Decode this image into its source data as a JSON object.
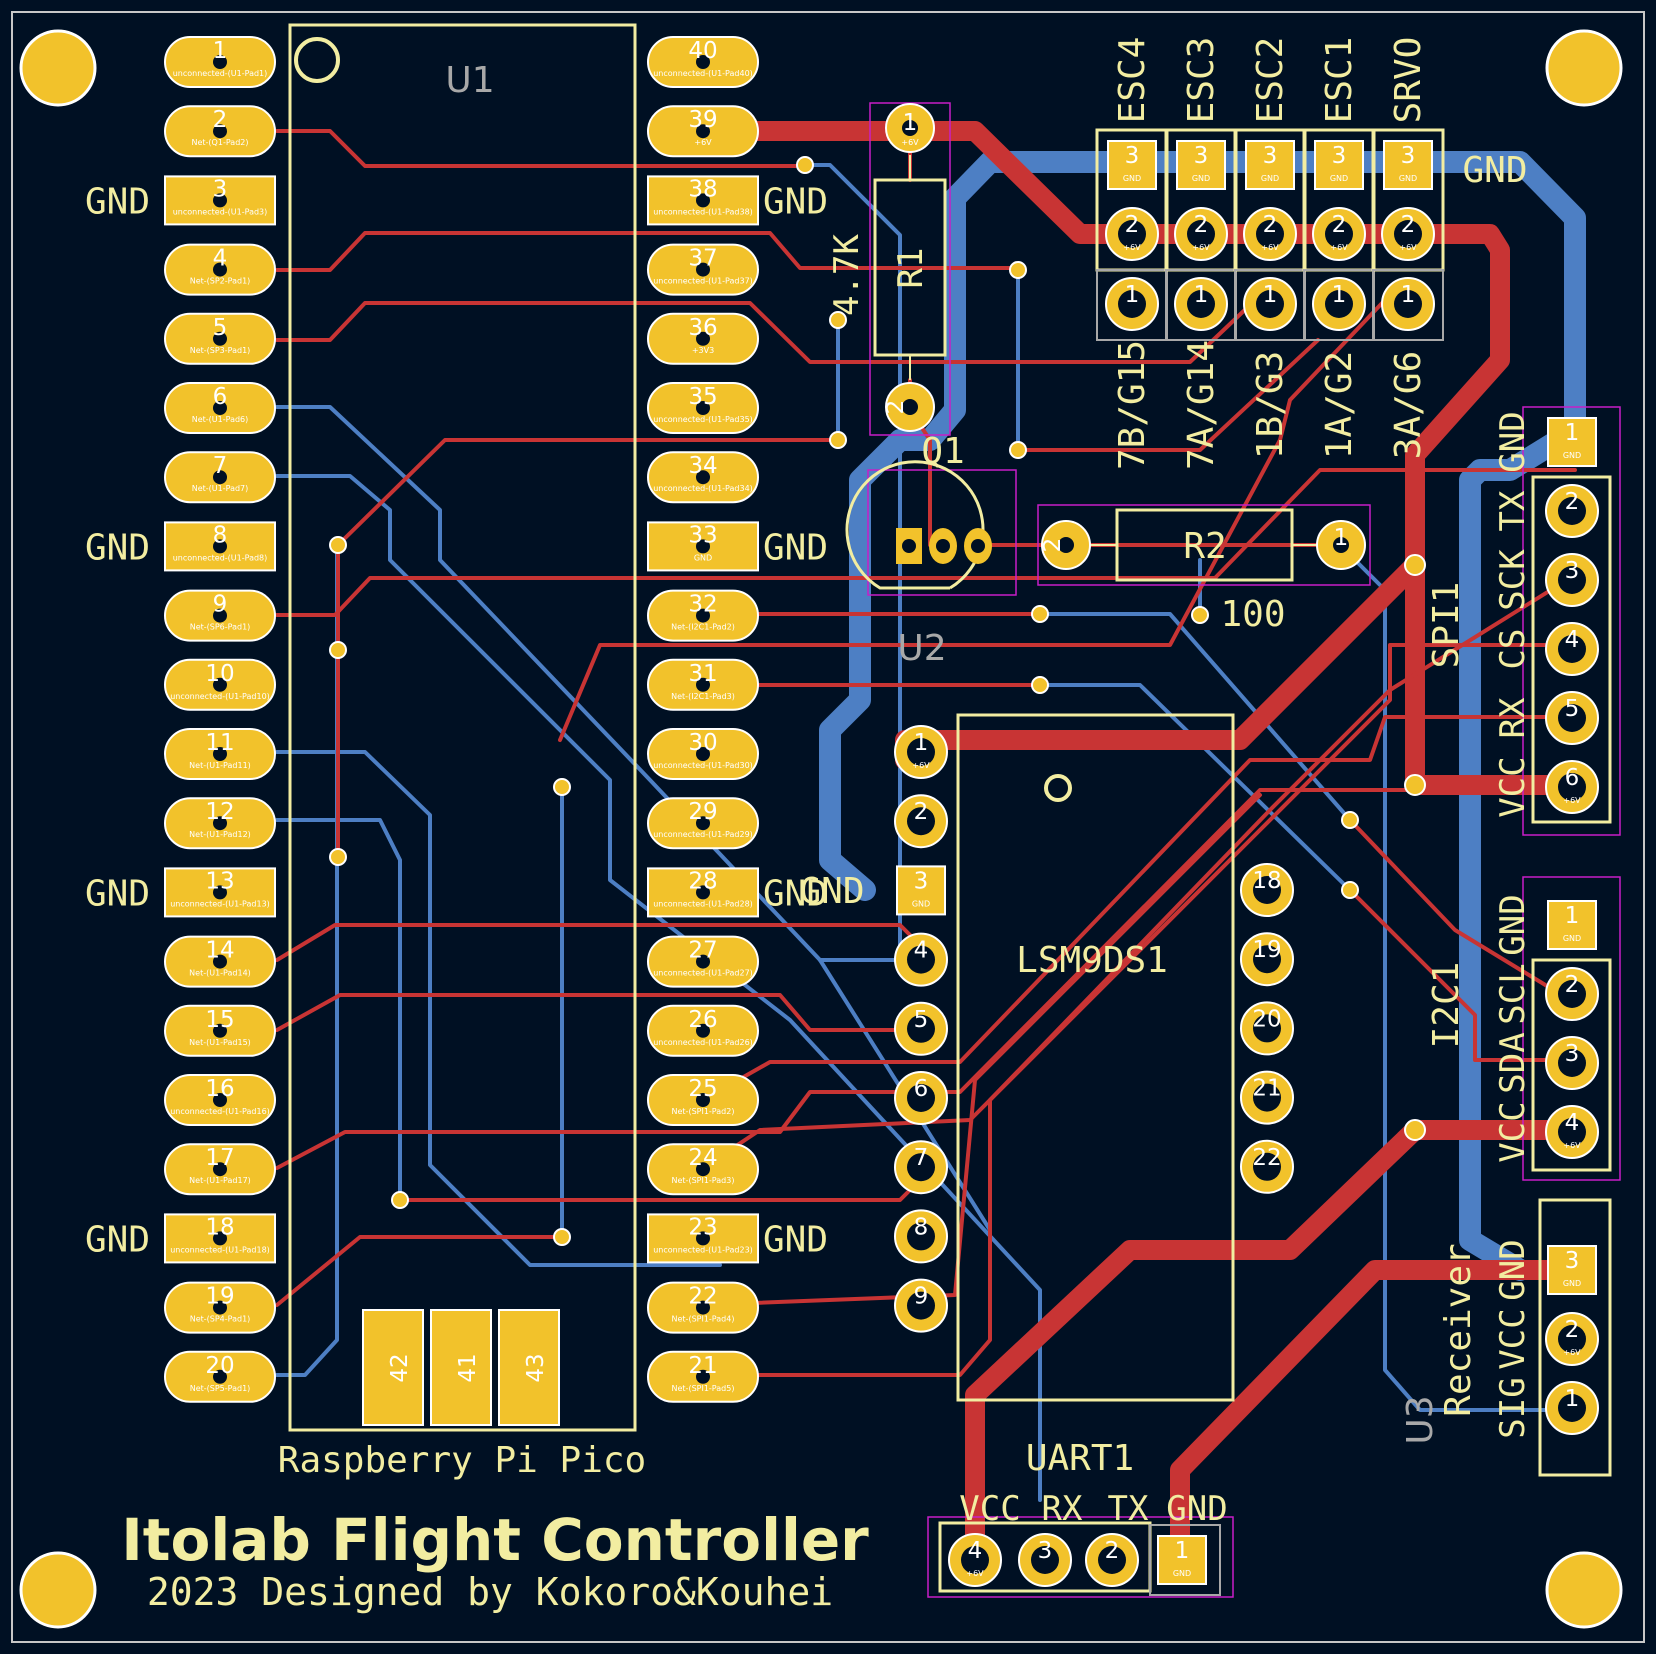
{
  "colors": {
    "background": "#001023",
    "copper_front": "#c83434",
    "copper_back": "#4d7fc4",
    "pad": "#f2c22b",
    "silkscreen": "#f2eda1",
    "courtyard": "#c81ec8",
    "fab": "#a8a8a8"
  },
  "board": {
    "title": "Itolab Flight Controller",
    "subtitle": "2023 Designed by Kokoro&Kouhei"
  },
  "u1": {
    "ref": "U1",
    "name": "Raspberry Pi Pico",
    "left_pins": [
      {
        "num": "1",
        "net": "unconnected-(U1-Pad1)",
        "square": false
      },
      {
        "num": "2",
        "net": "Net-(Q1-Pad2)",
        "square": false
      },
      {
        "num": "3",
        "net": "unconnected-(U1-Pad3)",
        "square": true,
        "label": "GND"
      },
      {
        "num": "4",
        "net": "Net-(SP2-Pad1)",
        "square": false
      },
      {
        "num": "5",
        "net": "Net-(SP3-Pad1)",
        "square": false
      },
      {
        "num": "6",
        "net": "Net-(U1-Pad6)",
        "square": false
      },
      {
        "num": "7",
        "net": "Net-(U1-Pad7)",
        "square": false
      },
      {
        "num": "8",
        "net": "unconnected-(U1-Pad8)",
        "square": true,
        "label": "GND"
      },
      {
        "num": "9",
        "net": "Net-(SP6-Pad1)",
        "square": false
      },
      {
        "num": "10",
        "net": "unconnected-(U1-Pad10)",
        "square": false
      },
      {
        "num": "11",
        "net": "Net-(U1-Pad11)",
        "square": false
      },
      {
        "num": "12",
        "net": "Net-(U1-Pad12)",
        "square": false
      },
      {
        "num": "13",
        "net": "unconnected-(U1-Pad13)",
        "square": true,
        "label": "GND"
      },
      {
        "num": "14",
        "net": "Net-(U1-Pad14)",
        "square": false
      },
      {
        "num": "15",
        "net": "Net-(U1-Pad15)",
        "square": false
      },
      {
        "num": "16",
        "net": "unconnected-(U1-Pad16)",
        "square": false
      },
      {
        "num": "17",
        "net": "Net-(U1-Pad17)",
        "square": false
      },
      {
        "num": "18",
        "net": "unconnected-(U1-Pad18)",
        "square": true,
        "label": "GND"
      },
      {
        "num": "19",
        "net": "Net-(SP4-Pad1)",
        "square": false
      },
      {
        "num": "20",
        "net": "Net-(SP5-Pad1)",
        "square": false
      }
    ],
    "right_pins": [
      {
        "num": "40",
        "net": "unconnected-(U1-Pad40)",
        "square": false
      },
      {
        "num": "39",
        "net": "+6V",
        "square": false
      },
      {
        "num": "38",
        "net": "unconnected-(U1-Pad38)",
        "square": true,
        "label": "GND"
      },
      {
        "num": "37",
        "net": "unconnected-(U1-Pad37)",
        "square": false
      },
      {
        "num": "36",
        "net": "+3V3",
        "square": false
      },
      {
        "num": "35",
        "net": "unconnected-(U1-Pad35)",
        "square": false
      },
      {
        "num": "34",
        "net": "unconnected-(U1-Pad34)",
        "square": false
      },
      {
        "num": "33",
        "net": "GND",
        "square": true,
        "label": "GND"
      },
      {
        "num": "32",
        "net": "Net-(I2C1-Pad2)",
        "square": false
      },
      {
        "num": "31",
        "net": "Net-(I2C1-Pad3)",
        "square": false
      },
      {
        "num": "30",
        "net": "unconnected-(U1-Pad30)",
        "square": false
      },
      {
        "num": "29",
        "net": "unconnected-(U1-Pad29)",
        "square": false
      },
      {
        "num": "28",
        "net": "unconnected-(U1-Pad28)",
        "square": true,
        "label": "GND"
      },
      {
        "num": "27",
        "net": "unconnected-(U1-Pad27)",
        "square": false
      },
      {
        "num": "26",
        "net": "unconnected-(U1-Pad26)",
        "square": false
      },
      {
        "num": "25",
        "net": "Net-(SPI1-Pad2)",
        "square": false
      },
      {
        "num": "24",
        "net": "Net-(SPI1-Pad3)",
        "square": false
      },
      {
        "num": "23",
        "net": "unconnected-(U1-Pad23)",
        "square": true,
        "label": "GND"
      },
      {
        "num": "22",
        "net": "Net-(SPI1-Pad4)",
        "square": false
      },
      {
        "num": "21",
        "net": "Net-(SPI1-Pad5)",
        "square": false
      }
    ],
    "debug_pads": [
      "42",
      "41",
      "43"
    ]
  },
  "r1": {
    "ref": "R1",
    "value": "4.7K",
    "pad1_net": "+6V",
    "pad1": "1",
    "pad2": "2"
  },
  "r2": {
    "ref": "R2",
    "value": "100",
    "pad1": "1",
    "pad2": "2"
  },
  "q1": {
    "ref": "Q1"
  },
  "u2": {
    "ref": "U2",
    "name": "LSM9DS1",
    "left_pins": [
      "1",
      "2",
      "3",
      "4",
      "5",
      "6",
      "7",
      "8",
      "9"
    ],
    "left_nets": [
      "+6V",
      "",
      "GND",
      "",
      "",
      "",
      "",
      "",
      ""
    ],
    "gnd_label": "GND",
    "right_pins": [
      "18",
      "19",
      "20",
      "21",
      "22"
    ]
  },
  "esc": {
    "labels": [
      "ESC4",
      "ESC3",
      "ESC2",
      "ESC1",
      "SRVO"
    ],
    "gpio_labels": [
      "7B/G15",
      "7A/G14",
      "1B/G3",
      "1A/G2",
      "3A/G6"
    ],
    "row_label": "GND",
    "pad3_net": "GND",
    "pad2_net": "+6V",
    "pin_nums": [
      "3",
      "2",
      "1"
    ]
  },
  "spi": {
    "ref": "SPI1",
    "labels": [
      "GND",
      "TX",
      "SCK",
      "CS",
      "RX",
      "VCC"
    ],
    "nets": [
      "GND",
      "",
      "",
      "",
      "",
      "+6V"
    ],
    "pins": [
      "1",
      "2",
      "3",
      "4",
      "5",
      "6"
    ]
  },
  "i2c": {
    "ref": "I2C1",
    "labels": [
      "GND",
      "SCL",
      "SDA",
      "VCC"
    ],
    "nets": [
      "GND",
      "",
      "",
      "+6V"
    ],
    "pins": [
      "1",
      "2",
      "3",
      "4"
    ]
  },
  "receiver": {
    "ref": "U3",
    "name": "Receiver",
    "labels": [
      "GND",
      "VCC",
      "SIG"
    ],
    "nets": [
      "GND",
      "+6V",
      ""
    ],
    "pins": [
      "3",
      "2",
      "1"
    ]
  },
  "uart": {
    "ref": "UART1",
    "labels": [
      "VCC",
      "RX",
      "TX",
      "GND"
    ],
    "pins": [
      "4",
      "3",
      "2",
      "1"
    ],
    "nets": [
      "+6V",
      "",
      "",
      "GND"
    ]
  }
}
